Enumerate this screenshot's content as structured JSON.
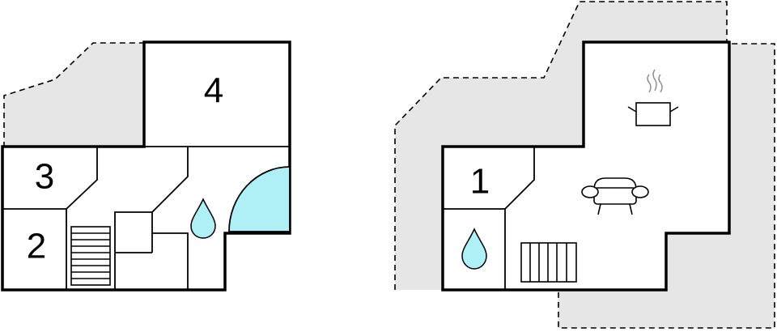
{
  "floor_plan": {
    "left_floor": {
      "room_labels": [
        "4",
        "3",
        "2"
      ]
    },
    "right_floor": {
      "room_labels": [
        "1"
      ]
    }
  },
  "colors": {
    "wall": "#000000",
    "outdoor_area": "#e6e6e6",
    "water": "#aef0f5",
    "background": "#ffffff"
  },
  "icons": {
    "left_floor": [
      "stairs-icon",
      "water-drop-icon",
      "shower-icon"
    ],
    "right_floor": [
      "cooking-pot-icon",
      "sofa-icon",
      "water-drop-icon",
      "stairs-icon"
    ]
  }
}
